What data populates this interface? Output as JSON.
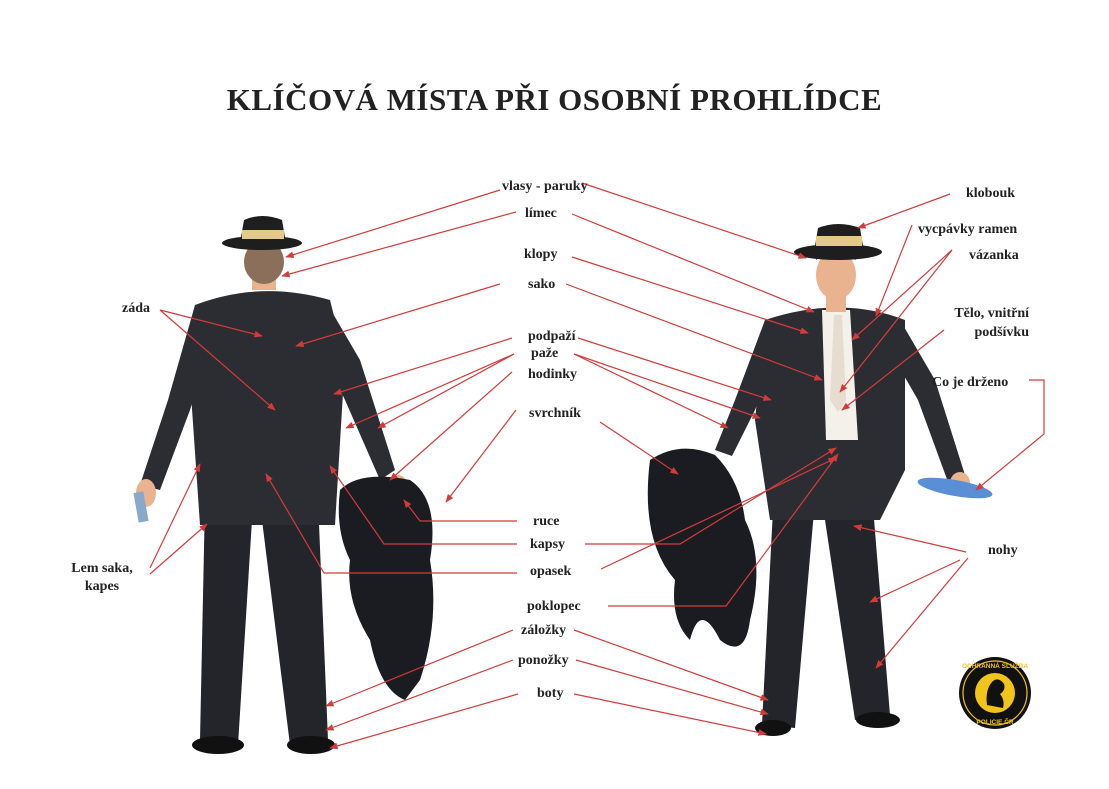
{
  "title": "KLÍČOVÁ  MÍSTA PŘI OSOBNÍ PROHLÍDCE",
  "colors": {
    "arrow": "#d33b3b",
    "suit": "#23252b",
    "hat_band": "#e3c98a",
    "skin": "#e8b38e",
    "shirt": "#f4f0ea",
    "badge": "#f0c419"
  },
  "labels": {
    "vlasy": "vlasy - paruky",
    "limec": "límec",
    "klopy": "klopy",
    "sako": "sako",
    "podpazi": "podpaží",
    "paze": "paže",
    "hodinky": "hodinky",
    "svrchnik": "svrchník",
    "ruce": "ruce",
    "kapsy": "kapsy",
    "opasek": "opasek",
    "poklopec": "poklopec",
    "zalozky": "záložky",
    "ponozky": "ponožky",
    "boty": "boty",
    "zada": "záda",
    "lem_line1": "Lem saka,",
    "lem_line2": "kapes",
    "klobouk": "klobouk",
    "vycpavky": "vycpávky ramen",
    "vazanka": "vázanka",
    "telo_line1": "Tělo, vnitřní",
    "telo_line2": "podšívku",
    "drzeno": "Co je drženo",
    "nohy": "nohy"
  },
  "emblem": {
    "top_text": "OCHRANNÁ SLUŽBA",
    "bottom_text": "POLICIE ČR"
  }
}
